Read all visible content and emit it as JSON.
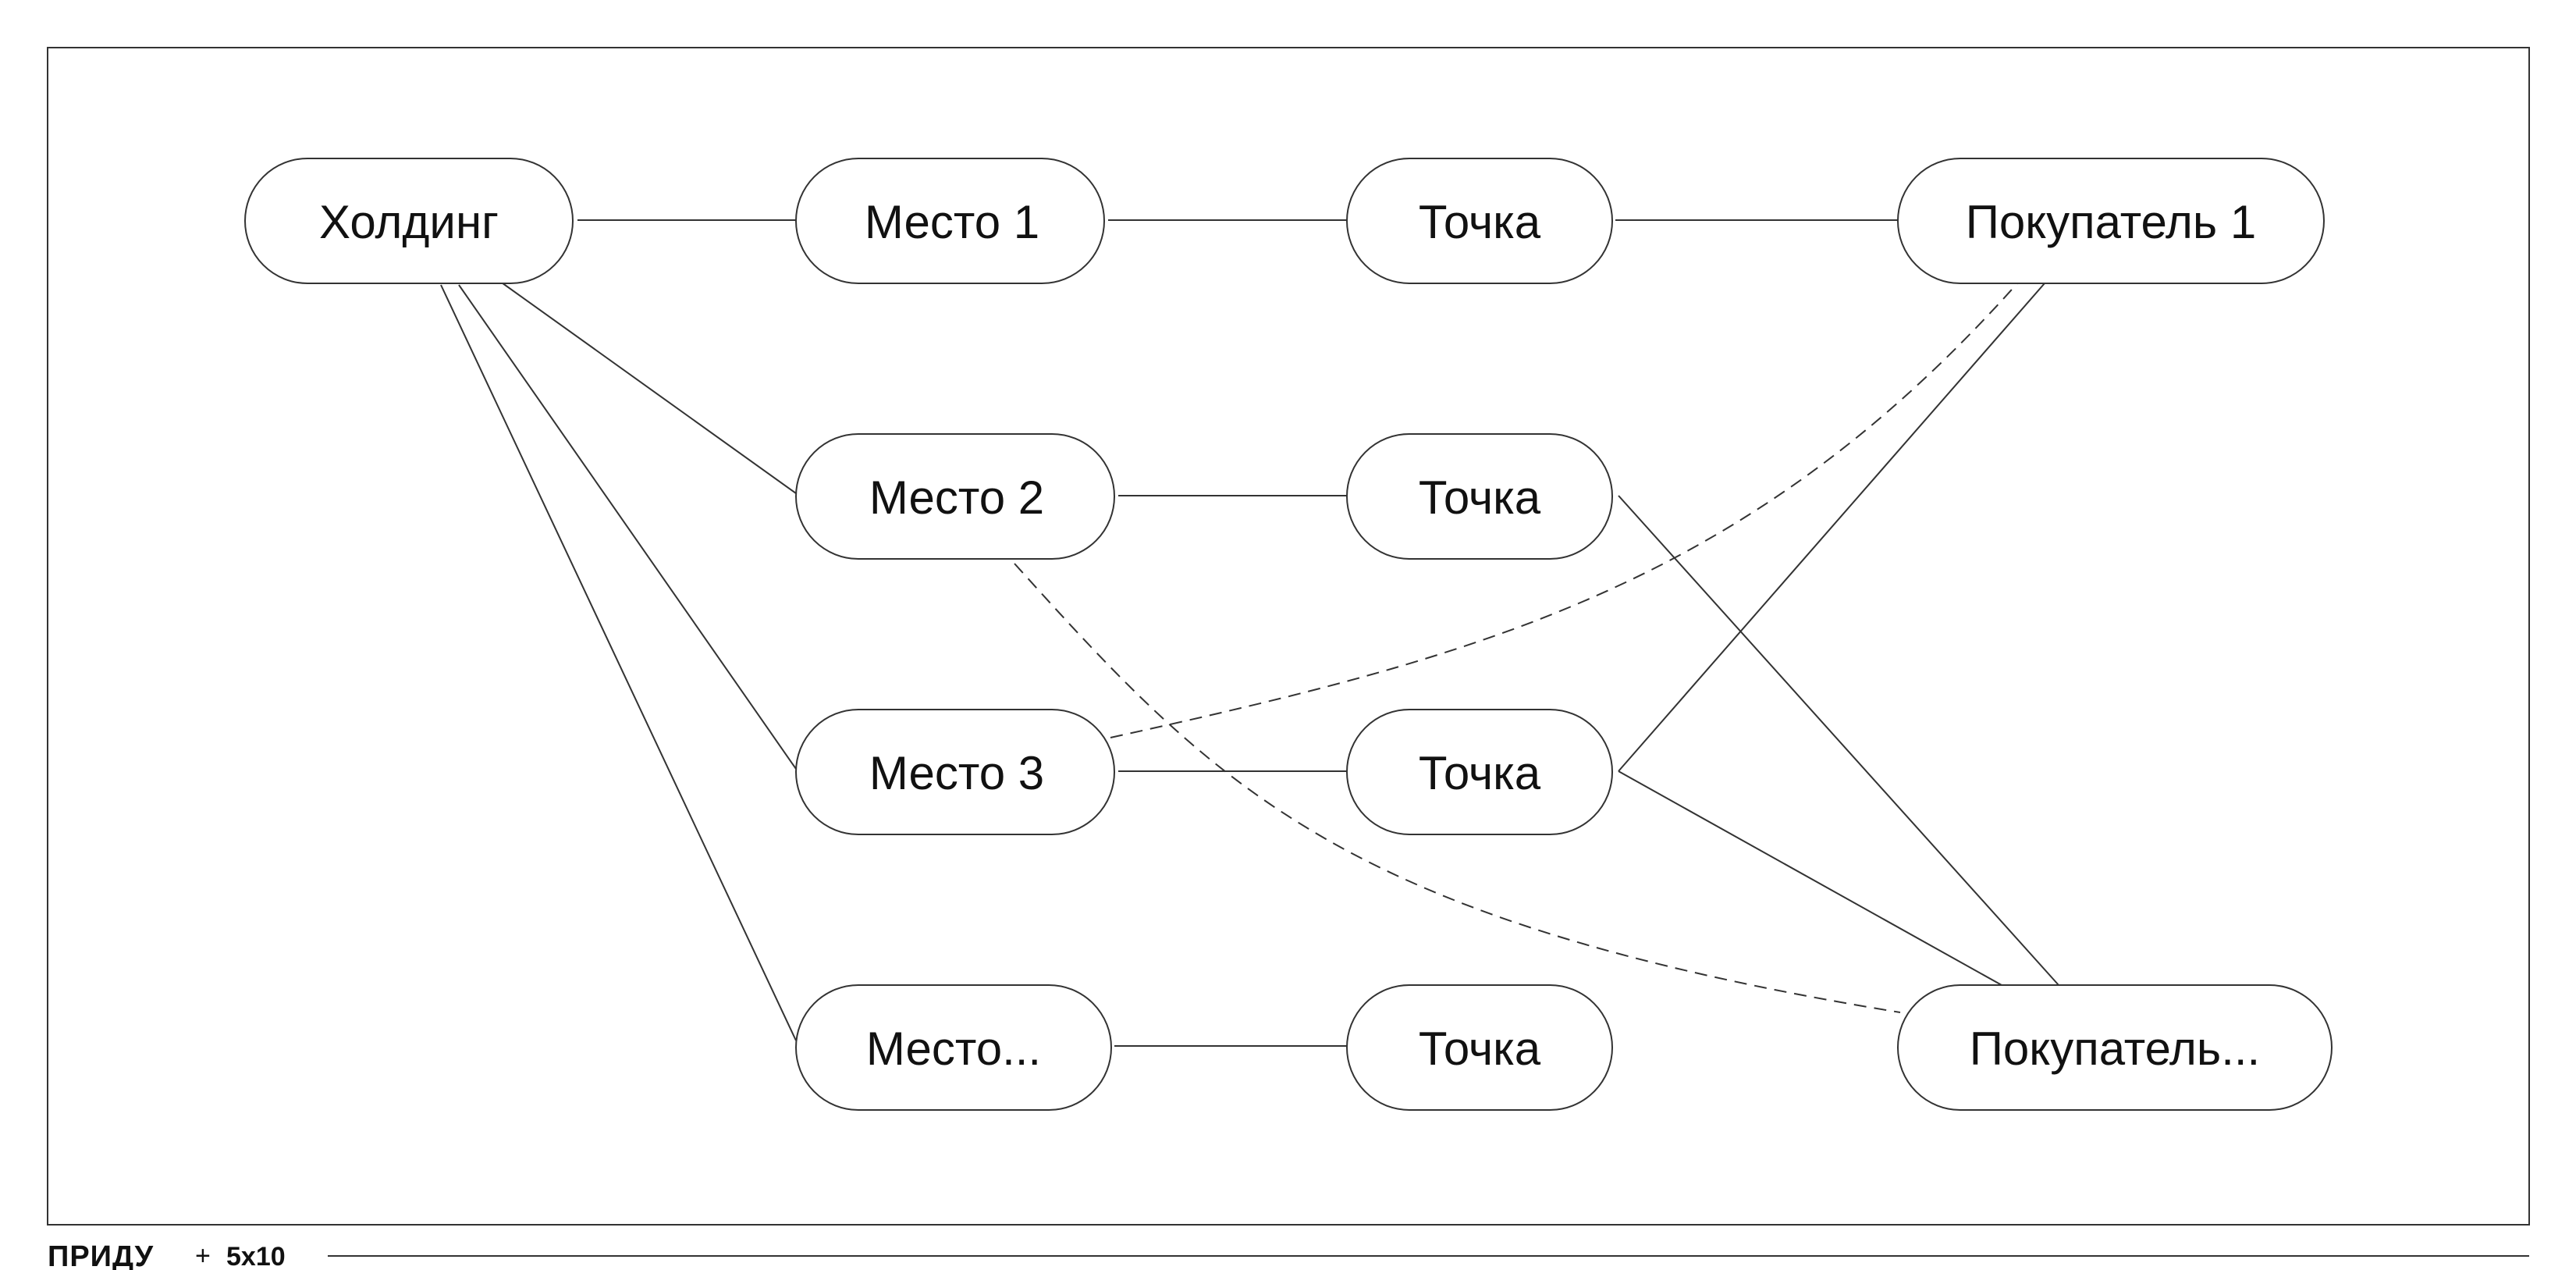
{
  "nodes": {
    "holding": "Холдинг",
    "place1": "Место 1",
    "place2": "Место 2",
    "place3": "Место 3",
    "place_more": "Место...",
    "point1": "Точка",
    "point2": "Точка",
    "point3": "Точка",
    "point4": "Точка",
    "buyer1": "Покупатель 1",
    "buyer_more": "Покупатель..."
  },
  "footer": {
    "brand": "ПРИДУ",
    "separator": "+",
    "partner": "5x10"
  },
  "colors": {
    "stroke": "#333333",
    "text": "#111111",
    "background": "#ffffff"
  }
}
